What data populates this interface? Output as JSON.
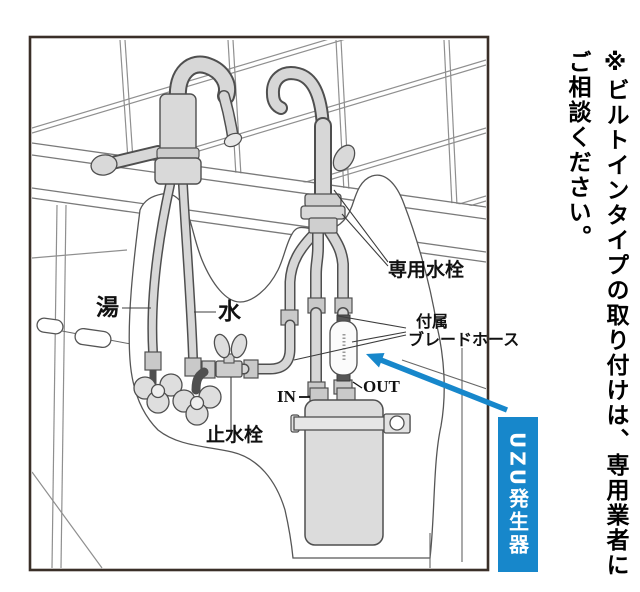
{
  "figure": {
    "labels": {
      "hot_water": "湯",
      "cold_water": "水",
      "stop_valve": "止水栓",
      "dedicated_faucet": "専用水栓",
      "included_hose_line1": "付属",
      "included_hose_line2": "ブレードホース",
      "inlet": "IN",
      "outlet": "OUT"
    },
    "device_tag": "UZU発生器"
  },
  "note": {
    "line1": "※ビルトインタイプの取り付けは、専用業者に",
    "line2": "ご相談ください。"
  },
  "colors": {
    "accent_blue": "#1787cb",
    "frame_border": "#3a2f28"
  }
}
